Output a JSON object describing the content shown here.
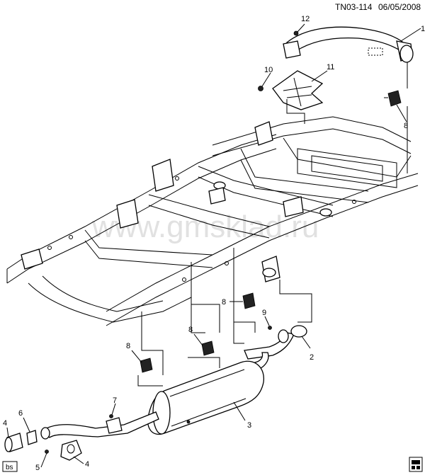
{
  "header": {
    "code": "TN03-114",
    "date": "06/05/2008"
  },
  "watermark": "www.gmsklad.ru",
  "badge": "bs",
  "callouts": [
    {
      "id": "c1",
      "text": "1"
    },
    {
      "id": "c2",
      "text": "2"
    },
    {
      "id": "c3",
      "text": "3"
    },
    {
      "id": "c4a",
      "text": "4"
    },
    {
      "id": "c4b",
      "text": "4"
    },
    {
      "id": "c5",
      "text": "5"
    },
    {
      "id": "c6",
      "text": "6"
    },
    {
      "id": "c7",
      "text": "7"
    },
    {
      "id": "c8a",
      "text": "8"
    },
    {
      "id": "c8b",
      "text": "8"
    },
    {
      "id": "c8c",
      "text": "8"
    },
    {
      "id": "c8d",
      "text": "8"
    },
    {
      "id": "c9",
      "text": "9"
    },
    {
      "id": "c10",
      "text": "10"
    },
    {
      "id": "c11",
      "text": "11"
    },
    {
      "id": "c12",
      "text": "12"
    }
  ],
  "colors": {
    "line": "#000000",
    "watermark": "#c9c9c9",
    "background": "#ffffff"
  }
}
